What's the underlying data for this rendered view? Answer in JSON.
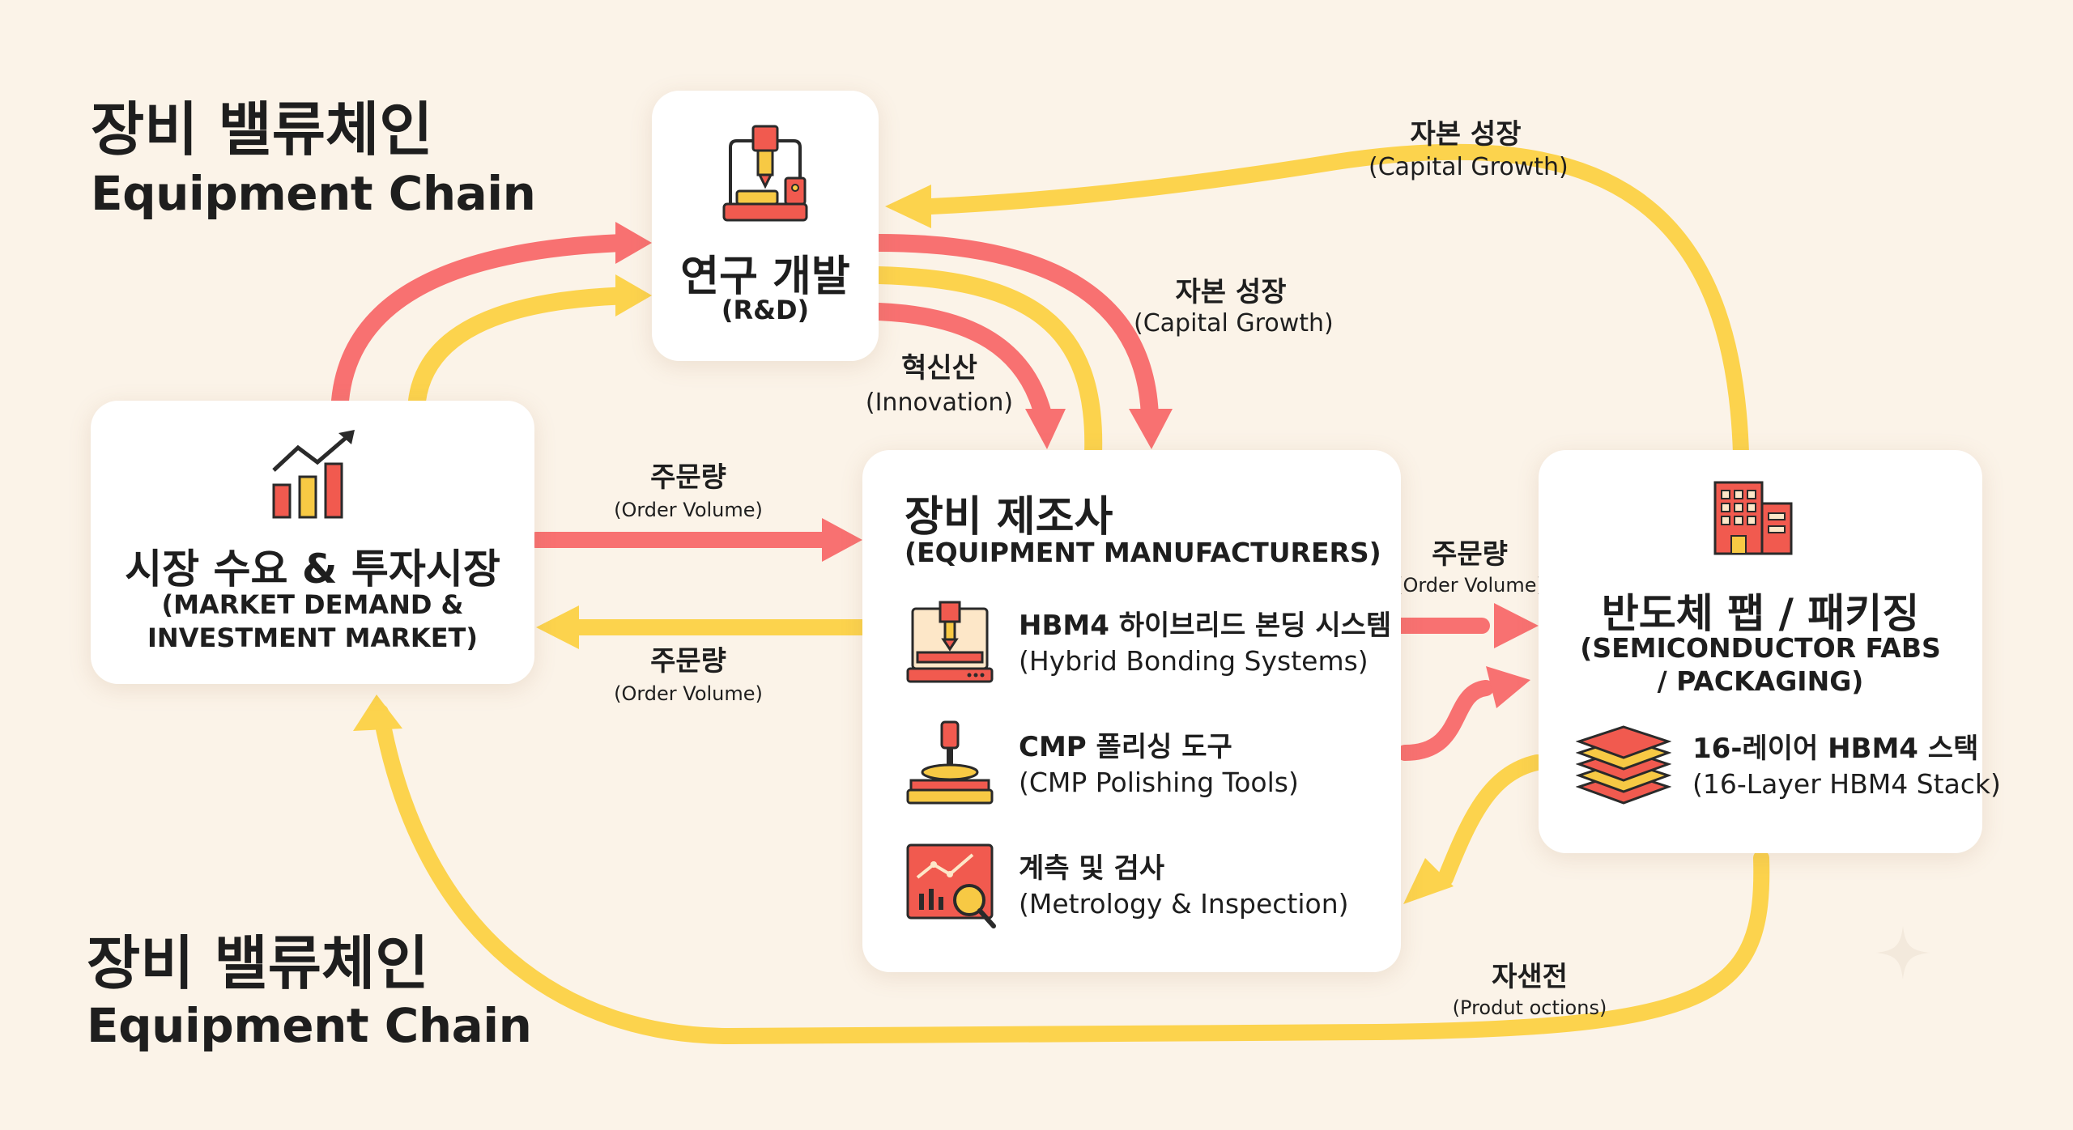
{
  "header": {
    "title_ko": "장비 밸류체인",
    "title_en": "Equipment Chain"
  },
  "footer": {
    "title_ko": "장비 밸류체인",
    "title_en": "Equipment Chain"
  },
  "nodes": {
    "rnd": {
      "title": "연구 개발",
      "subtitle": "(R&D)",
      "icon": "lab-equipment-icon"
    },
    "market": {
      "title": "시장 수요 & 투자시장",
      "subtitle_line1": "(MARKET DEMAND &",
      "subtitle_line2": "INVESTMENT MARKET)",
      "icon": "growth-chart-icon"
    },
    "manufacturers": {
      "title": "장비 제조사",
      "subtitle": "(EQUIPMENT MANUFACTURERS)",
      "items": [
        {
          "ko": "HBM4 하이브리드 본딩 시스템",
          "en": "(Hybrid Bonding Systems)",
          "icon": "bonding-machine-icon"
        },
        {
          "ko": "CMP 폴리싱 도구",
          "en": "(CMP Polishing Tools)",
          "icon": "polishing-tool-icon"
        },
        {
          "ko": "계측 및 검사",
          "en": "(Metrology & Inspection)",
          "icon": "inspection-monitor-icon"
        }
      ]
    },
    "fabs": {
      "title": "반도체 팹 / 패키징",
      "subtitle_line1": "(SEMICONDUCTOR FABS",
      "subtitle_line2": "/ PACKAGING)",
      "item": {
        "ko": "16-레이어 HBM4 스택",
        "en": "(16-Layer HBM4 Stack)",
        "icon": "layer-stack-icon"
      },
      "icon": "factory-building-icon"
    }
  },
  "edge_labels": {
    "capital_top": {
      "ko": "자본 성장",
      "en": "(Capital Growth)"
    },
    "capital_mid": {
      "ko": "자본 성장",
      "en": "(Capital Growth)"
    },
    "innovation": {
      "ko": "혁신산",
      "en": "(Innovation)"
    },
    "order_to_mfr": {
      "ko": "주문량",
      "en": "(Order Volume)"
    },
    "order_to_market": {
      "ko": "주문량",
      "en": "(Order Volume)"
    },
    "order_to_fabs": {
      "ko": "주문량",
      "en": "(Order Volume)"
    },
    "bottom_loop": {
      "ko": "자샌전",
      "en": "(Produt octions)"
    }
  },
  "colors": {
    "background": "#fbf3e8",
    "red_arrow": "#f87171",
    "yellow_arrow": "#fcd34d",
    "icon_red": "#f15a4f",
    "icon_yellow": "#f7c944"
  }
}
